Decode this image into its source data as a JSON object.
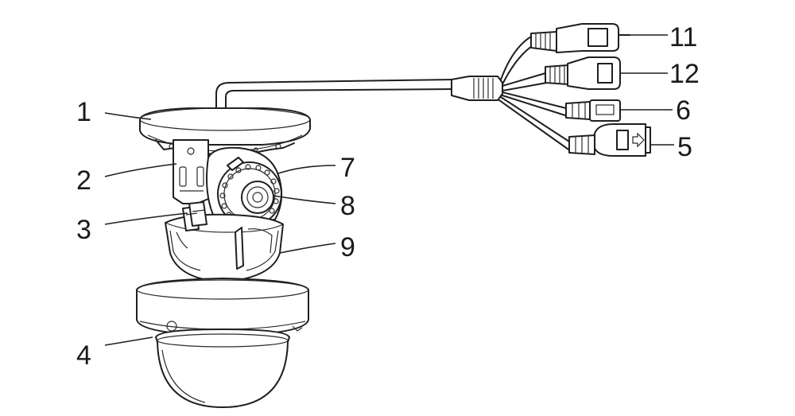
{
  "callouts": {
    "base": "1",
    "bracket": "2",
    "tilt_lock": "3",
    "dome_cover": "4",
    "power_connector": "5",
    "dc_connector": "6",
    "ir_leds": "7",
    "lens": "8",
    "shroud": "9",
    "network_connector": "11",
    "audio_connector": "12"
  },
  "colors": {
    "line": "#1f1f1f",
    "background": "#ffffff"
  }
}
